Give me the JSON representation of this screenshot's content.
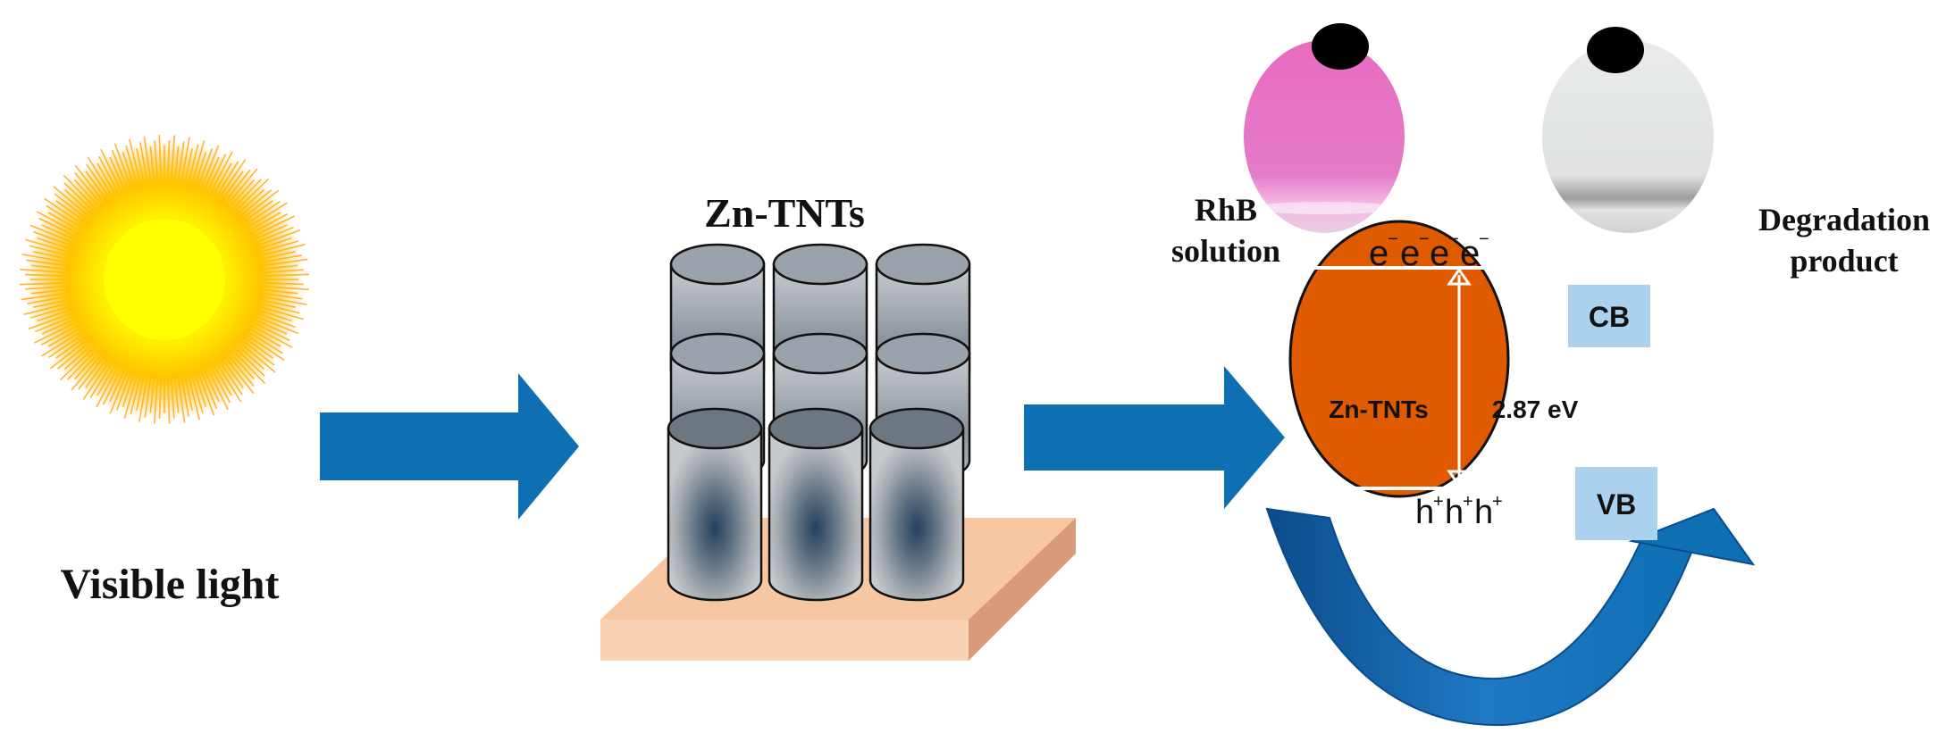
{
  "labels": {
    "visible_light": "Visible light",
    "zn_tnts_title": "Zn-TNTs",
    "rhb_line1": "RhB",
    "rhb_line2": "solution",
    "degradation_line1": "Degradation",
    "degradation_line2": "product",
    "band_material": "Zn-TNTs",
    "band_gap": "2.87 eV",
    "cb": "CB",
    "vb": "VB",
    "electron": "e",
    "electron_charge": "−",
    "hole": "h",
    "hole_charge": "+"
  },
  "colors": {
    "arrow_blue": "#0f6fb3",
    "band_orange": "#e05a00",
    "band_box": "#aad2ee",
    "rhb_pink": "#e46ec3",
    "substrate": "#f7c7a4",
    "sun_core": "#fff200",
    "sun_ray": "#ffa100"
  },
  "icons": [
    "sun-icon",
    "nanotube-array-icon",
    "vial-icon",
    "curved-arrow-icon"
  ]
}
